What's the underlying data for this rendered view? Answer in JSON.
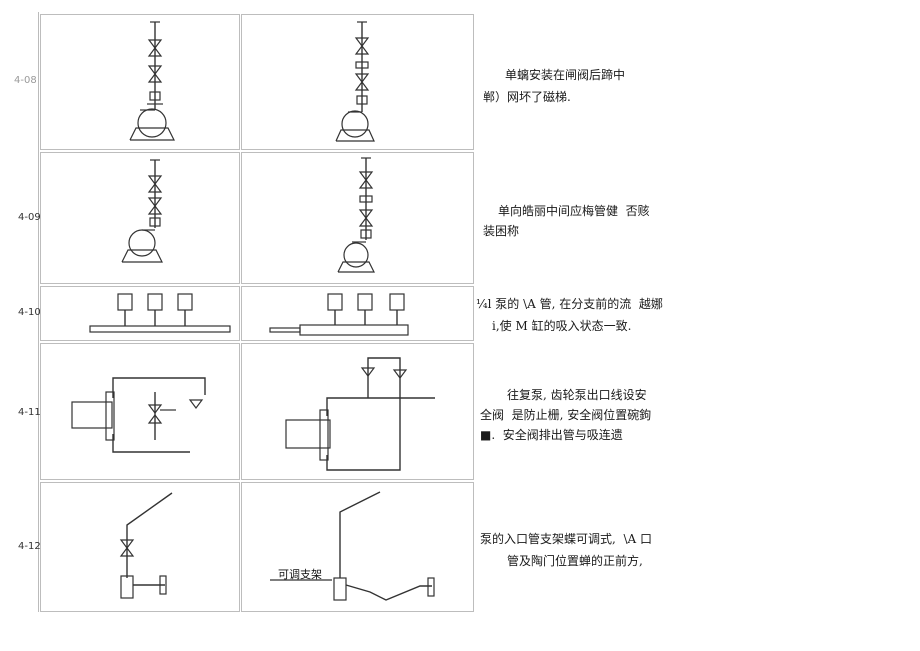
{
  "rows": [
    {
      "id": "4-08",
      "note_line1": "单螭安装在闸阀后蹄中",
      "note_line2": "郸）网坏了磁梯."
    },
    {
      "id": "4-09",
      "note_line1": "单向皓丽中间应梅管健  否赅",
      "note_line2": "装困称"
    },
    {
      "id": "4-10",
      "note_line1": "¼l 泵的 \\A 管, 在分支前的流  越娜",
      "note_line2": "i,使 M 缸的吸入状态一致."
    },
    {
      "id": "4-11",
      "note_line1": "往复泵, 齿轮泵出口线设安",
      "note_line2": "全阀  是防止栅, 安全阀位置碗鉤",
      "note_line3": "■.  安全阀排出管与吸连遗"
    },
    {
      "id": "4-12",
      "note_line1": "泵的入口管支架蝶可调式,  \\A 口",
      "note_line2": "管及陶门位置蝉的正前方,",
      "label_support": "可调支架"
    }
  ]
}
